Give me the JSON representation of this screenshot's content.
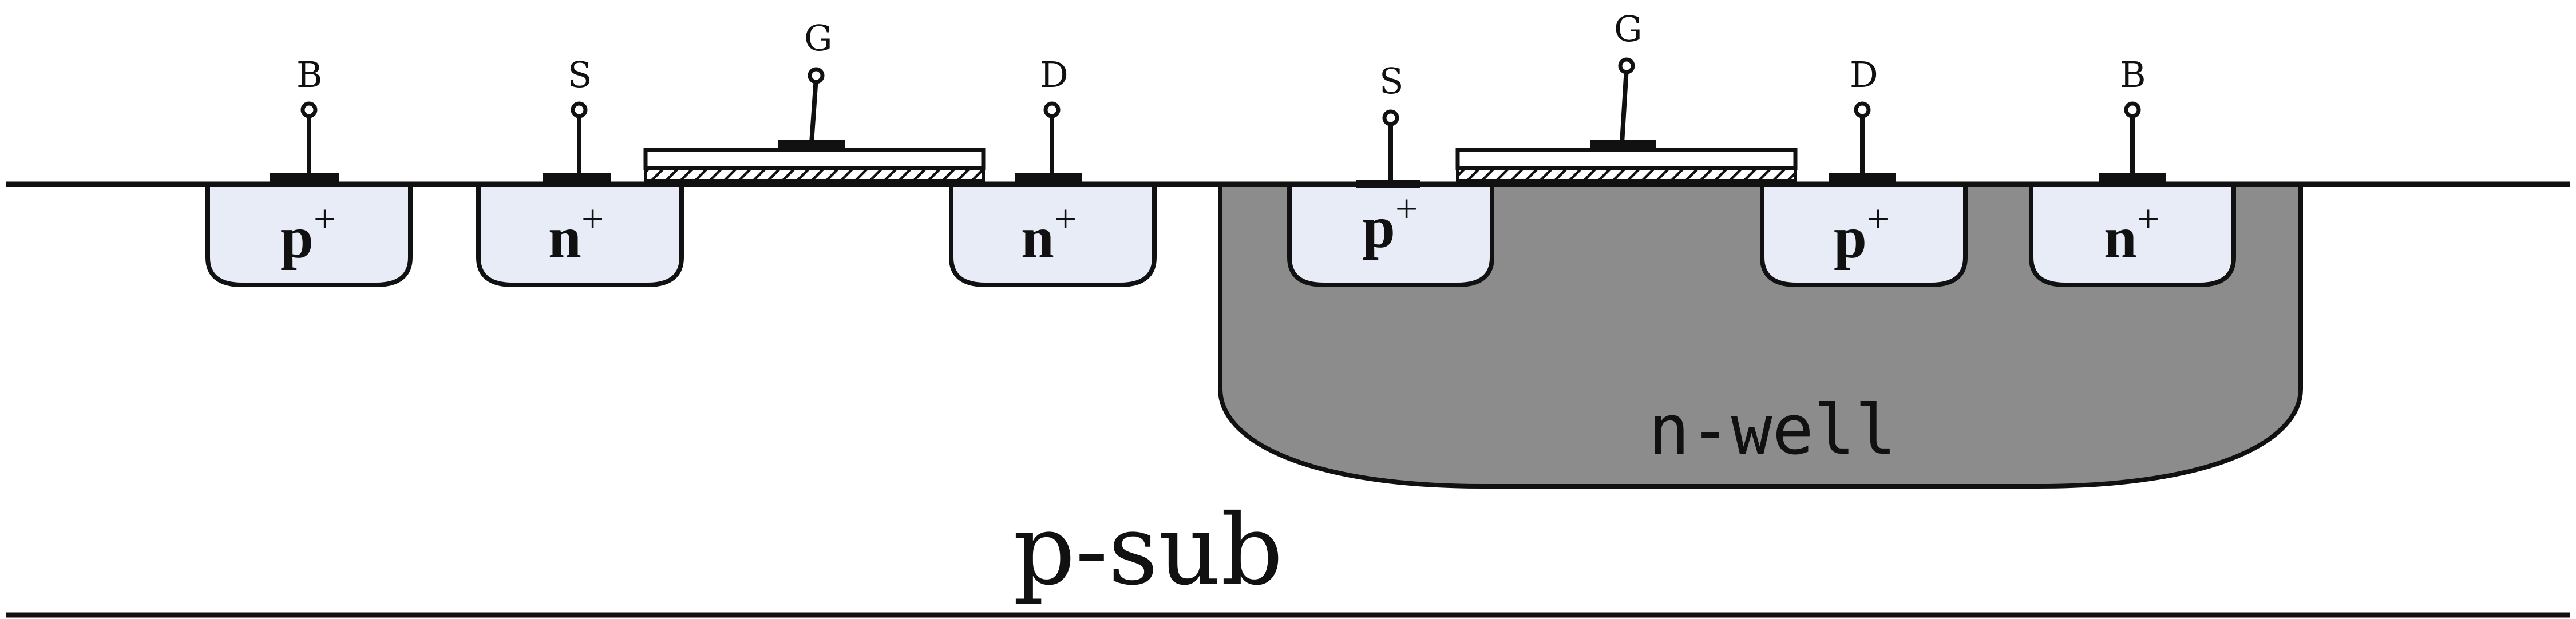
{
  "nmos": {
    "terminals": {
      "body": "B",
      "source": "S",
      "gate": "G",
      "drain": "D"
    },
    "regions": {
      "body": {
        "type": "p",
        "sign": "+"
      },
      "source": {
        "type": "n",
        "sign": "+"
      },
      "drain": {
        "type": "n",
        "sign": "+"
      }
    }
  },
  "pmos": {
    "terminals": {
      "source": "S",
      "gate": "G",
      "drain": "D",
      "body": "B"
    },
    "regions": {
      "source": {
        "type": "p",
        "sign": "+"
      },
      "drain": {
        "type": "p",
        "sign": "+"
      },
      "body": {
        "type": "n",
        "sign": "+"
      }
    }
  },
  "well_label": "n-well",
  "substrate_label": "p-sub",
  "colors": {
    "diffusion": "#e8ecf6",
    "well": "#8c8c8c",
    "outline": "#111111"
  }
}
